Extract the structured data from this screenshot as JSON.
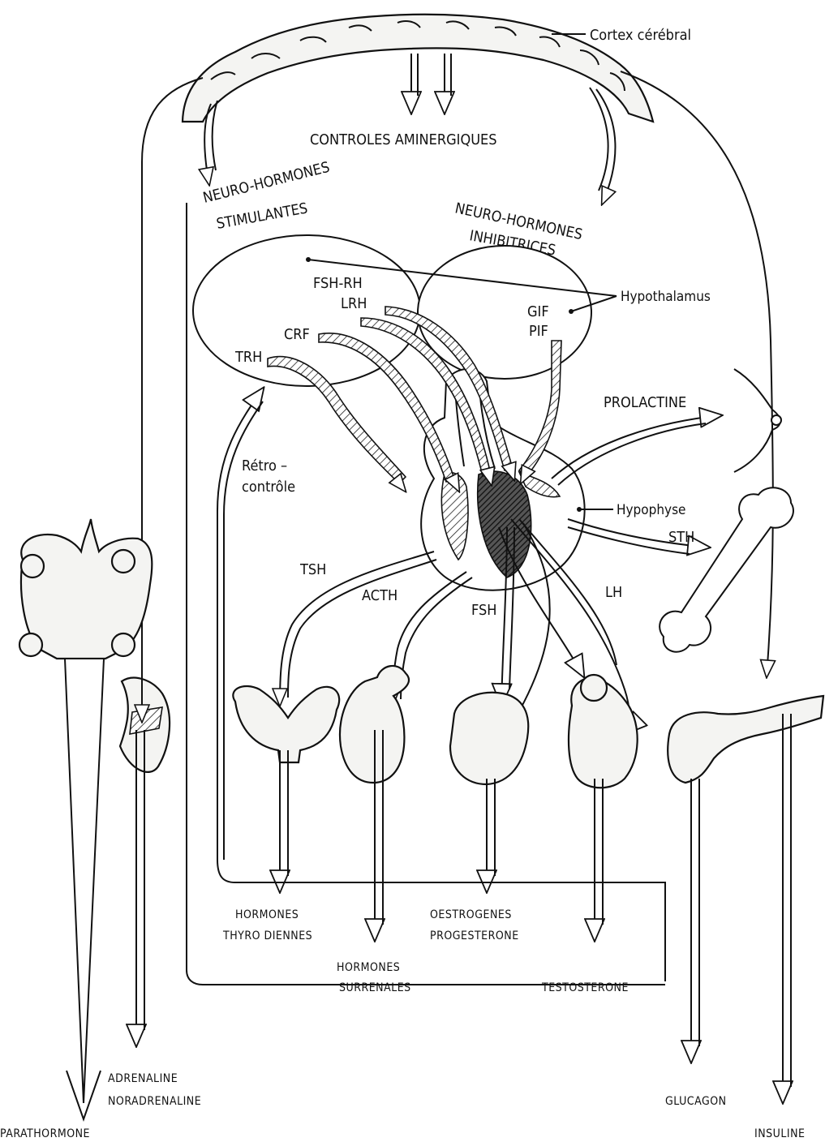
{
  "labels": {
    "cortex": "Cortex cérébral",
    "controles": "CONTROLES AMINERGIQUES",
    "neuro_stim_1": "NEURO-HORMONES",
    "neuro_stim_2": "STIMULANTES",
    "neuro_inhib_1": "NEURO-HORMONES",
    "neuro_inhib_2": "INHIBITRICES",
    "fsh_rh": "FSH-RH",
    "lrh": "LRH",
    "crf": "CRF",
    "trh": "TRH",
    "gif": "GIF",
    "pif": "PIF",
    "hypothalamus": "Hypothalamus",
    "prolactine": "PROLACTINE",
    "retro_1": "Rétro –",
    "retro_2": "contrôle",
    "hypophyse": "Hypophyse",
    "sth": "STH",
    "tsh": "TSH",
    "acth": "ACTH",
    "fsh": "FSH",
    "lh": "LH",
    "horm_thyro_1": "HORMONES",
    "horm_thyro_2": "THYRO DIENNES",
    "horm_surr_1": "HORMONES",
    "horm_surr_2": "SURRENALES",
    "oestro_1": "OESTROGENES",
    "oestro_2": "PROGESTERONE",
    "testo": "TESTOSTERONE",
    "adren_1": "ADRENALINE",
    "adren_2": "NORADRENALINE",
    "glucagon": "GLUCAGON",
    "parathormone": "PARATHORMONE",
    "insuline": "INSULINE"
  },
  "colors": {
    "ink": "#111111",
    "paper": "#ffffff",
    "tissue": "#f4f4f2"
  }
}
